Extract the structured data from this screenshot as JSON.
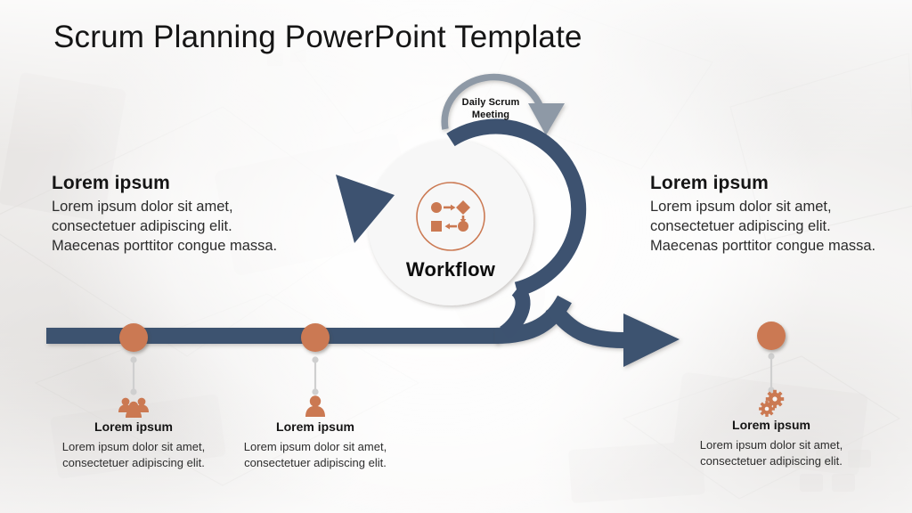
{
  "slide": {
    "title": "Scrum Planning PowerPoint Template",
    "center_label": "Workflow",
    "loop_label_line1": "Daily  Scrum",
    "loop_label_line2": "Meeting"
  },
  "colors": {
    "navy": "#3d5270",
    "navy_dark": "#344963",
    "orange": "#cb7952",
    "orange_light": "#d0805c",
    "gray_arrow": "#8e99a6",
    "stem_gray": "#cfcfcf",
    "circle_fill": "#f7f7f7",
    "text_dark": "#151515"
  },
  "side_blocks": [
    {
      "side": "left",
      "heading": "Lorem ipsum",
      "body": "Lorem ipsum dolor sit amet, consectetuer adipiscing elit. Maecenas porttitor congue massa."
    },
    {
      "side": "right",
      "heading": "Lorem ipsum",
      "body": "Lorem ipsum dolor sit amet, consectetuer adipiscing elit. Maecenas porttitor congue massa."
    }
  ],
  "milestones": [
    {
      "icon": "people-group-icon",
      "heading": "Lorem ipsum",
      "body": "Lorem ipsum dolor sit amet, consectetuer adipiscing elit."
    },
    {
      "icon": "single-person-icon",
      "heading": "Lorem ipsum",
      "body": "Lorem ipsum dolor sit amet, consectetuer adipiscing elit."
    },
    {
      "icon": "gears-icon",
      "heading": "Lorem ipsum",
      "body": "Lorem ipsum dolor sit amet, consectetuer adipiscing elit."
    }
  ],
  "center_icon": {
    "name": "workflow-diagram-icon",
    "nodes": [
      "circle",
      "diamond",
      "square",
      "circle"
    ]
  }
}
